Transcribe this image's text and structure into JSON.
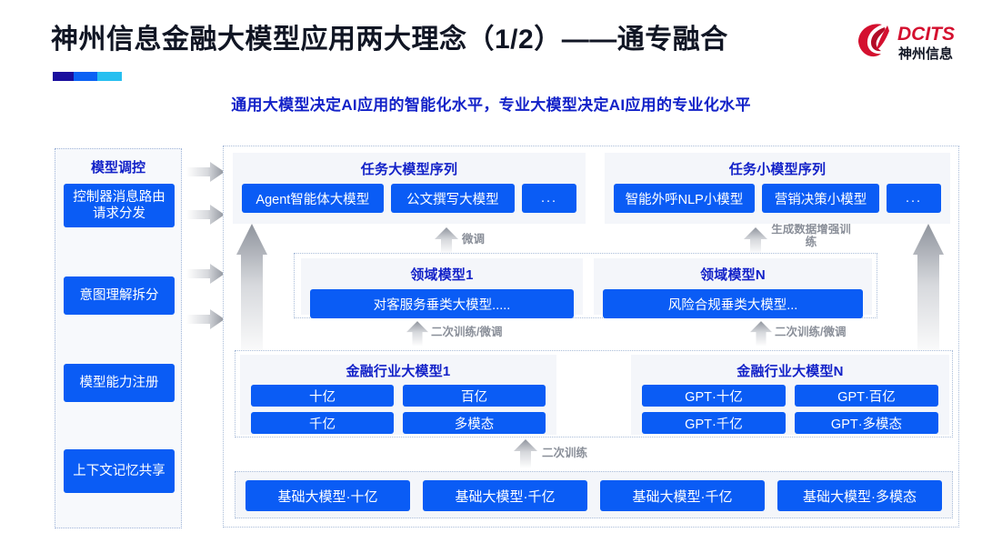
{
  "header": {
    "title": "神州信息金融大模型应用两大理念（1/2）——通专融合",
    "subtitle": "通用大模型决定AI应用的智能化水平，专业大模型决定AI应用的专业化水平",
    "logo_text": "DCITS",
    "logo_subtext": "神州信息",
    "accent_colors": [
      "#1a0f9e",
      "#0b62f4",
      "#27bff0"
    ],
    "title_color": "#111624",
    "subtitle_color": "#1322c8",
    "logo_color": "#d4102f"
  },
  "control_column": {
    "title": "模型调控",
    "items": [
      {
        "label": "控制器消息路由请求分发"
      },
      {
        "label": "意图理解拆分"
      },
      {
        "label": "模型能力注册"
      },
      {
        "label": "上下文记忆共享"
      }
    ]
  },
  "task_sequences": [
    {
      "title": "任务大模型序列",
      "chips": [
        "Agent智能体大模型",
        "公文撰写大模型",
        "..."
      ]
    },
    {
      "title": "任务小模型序列",
      "chips": [
        "智能外呼NLP小模型",
        "营销决策小模型",
        "..."
      ]
    }
  ],
  "domain_models": [
    {
      "title": "领域模型1",
      "chips": [
        "对客服务垂类大模型....."
      ]
    },
    {
      "title": "领域模型N",
      "chips": [
        "风险合规垂类大模型..."
      ]
    }
  ],
  "industry_models": [
    {
      "title": "金融行业大模型1",
      "chips": [
        "十亿",
        "百亿",
        "千亿",
        "多模态"
      ]
    },
    {
      "title": "金融行业大模型N",
      "chips": [
        "GPT·十亿",
        "GPT·百亿",
        "GPT·千亿",
        "GPT·多模态"
      ]
    }
  ],
  "base_models": {
    "chips": [
      "基础大模型·十亿",
      "基础大模型·千亿",
      "基础大模型·千亿",
      "基础大模型·多模态"
    ]
  },
  "arrow_labels": {
    "finetune": "微调",
    "data_aug": "生成数据增强训练",
    "retrain_finetune_left": "二次训练/微调",
    "retrain_finetune_right": "二次训练/微调",
    "retrain": "二次训练"
  },
  "colors": {
    "chip_blue": "#0a5cf5",
    "panel_grey": "#f4f6fa",
    "dotted_border": "#a9bcd8",
    "arrow_grey": "#9aa0aa",
    "label_grey": "#8a8f99"
  }
}
